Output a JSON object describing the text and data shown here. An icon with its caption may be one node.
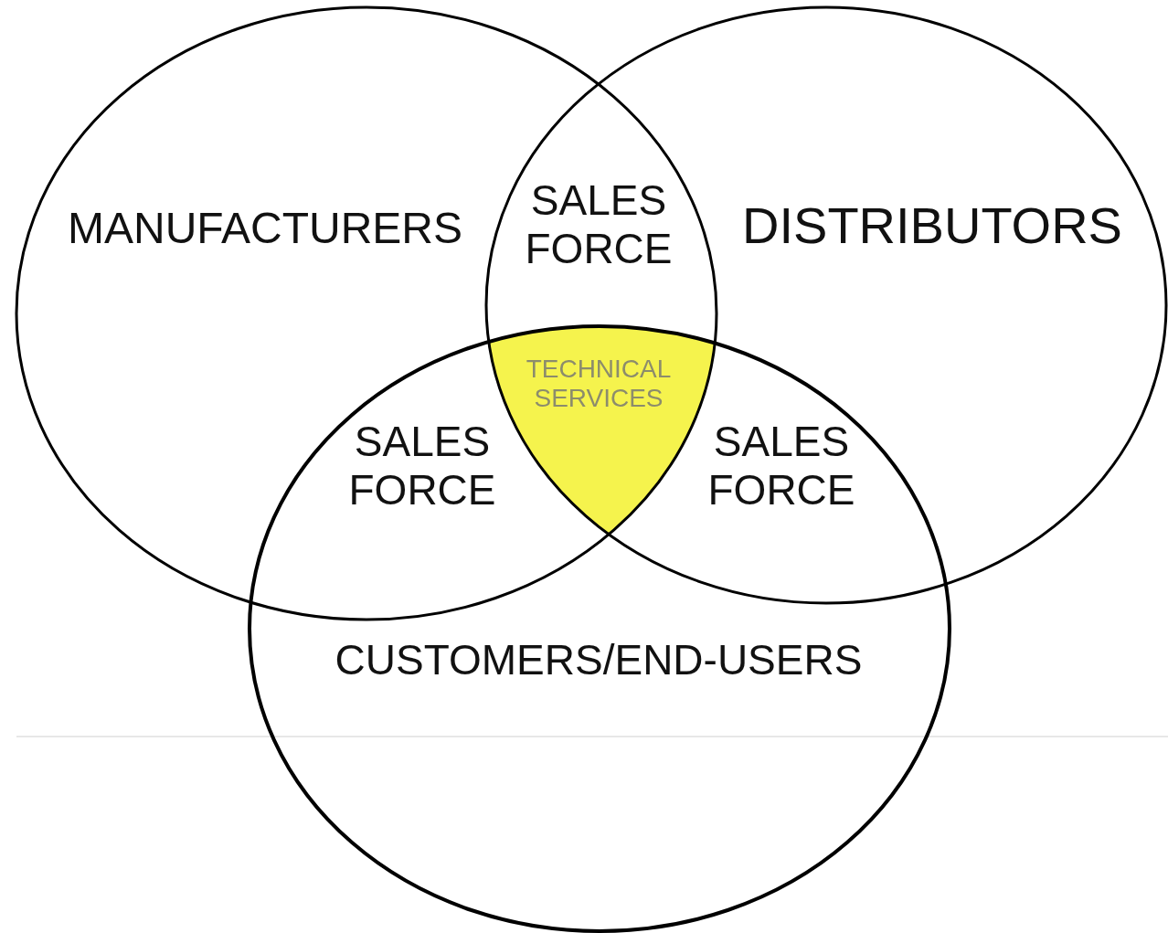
{
  "diagram": {
    "nodes": [
      {
        "text": [
          "MANUFACTURERS"
        ]
      },
      {
        "text": [
          "DISTRIBUTORS"
        ]
      },
      {
        "text": [
          "CUSTOMERS/END-USERS"
        ]
      }
    ],
    "labels": [
      "SALES FORCE",
      "TECHNICAL SERVICES",
      "SALES FORCE",
      "SALES FORCE"
    ]
  }
}
